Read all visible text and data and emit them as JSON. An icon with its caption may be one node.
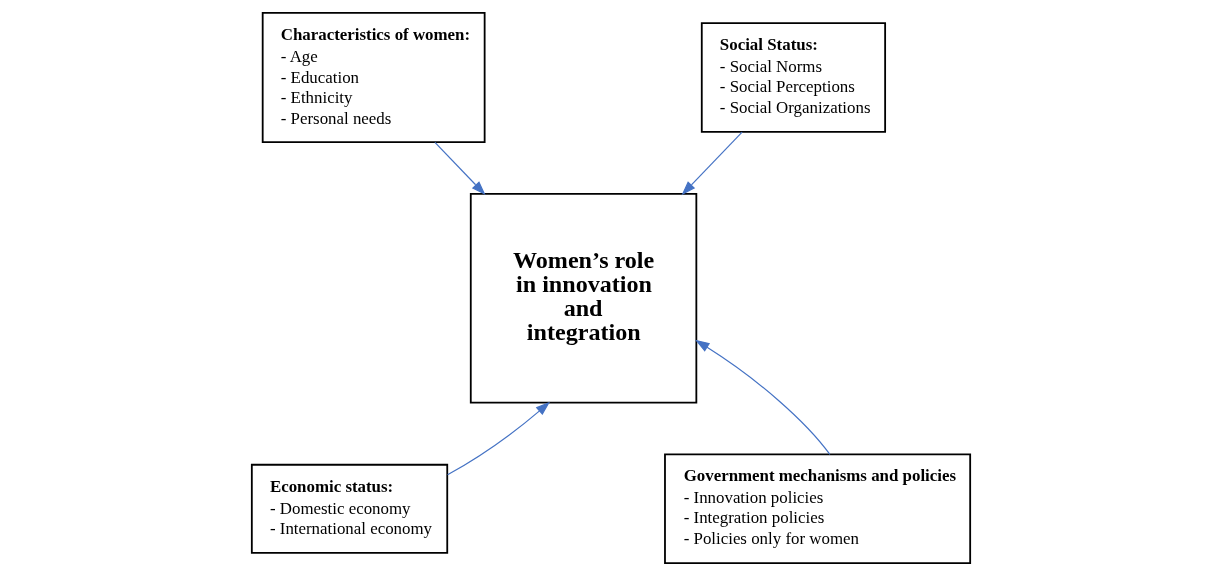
{
  "diagram": {
    "nodes": [
      {
        "text": [
          "Characteristics of women:",
          "- Age",
          "- Education",
          "- Ethnicity",
          "- Personal needs"
        ]
      },
      {
        "text": [
          "Social Status:",
          "- Social Norms",
          "- Social Perceptions",
          "- Social Organizations"
        ]
      },
      {
        "text": [
          "Women’s role in innovation and integration"
        ]
      },
      {
        "text": [
          "Economic status:",
          "- Domestic economy",
          "- International economy"
        ]
      },
      {
        "text": [
          "Government mechanisms and policies",
          "- Innovation policies",
          "- Integration policies",
          "- Policies only for women"
        ]
      }
    ],
    "edges": [
      {
        "from": 0,
        "to": 2,
        "arrow": "to",
        "color": "#4472c4"
      },
      {
        "from": 1,
        "to": 2,
        "arrow": "to",
        "color": "#4472c4"
      },
      {
        "from": 3,
        "to": 2,
        "arrow": "to",
        "color": "#4472c4"
      },
      {
        "from": 4,
        "to": 2,
        "arrow": "to",
        "color": "#4472c4"
      }
    ]
  }
}
